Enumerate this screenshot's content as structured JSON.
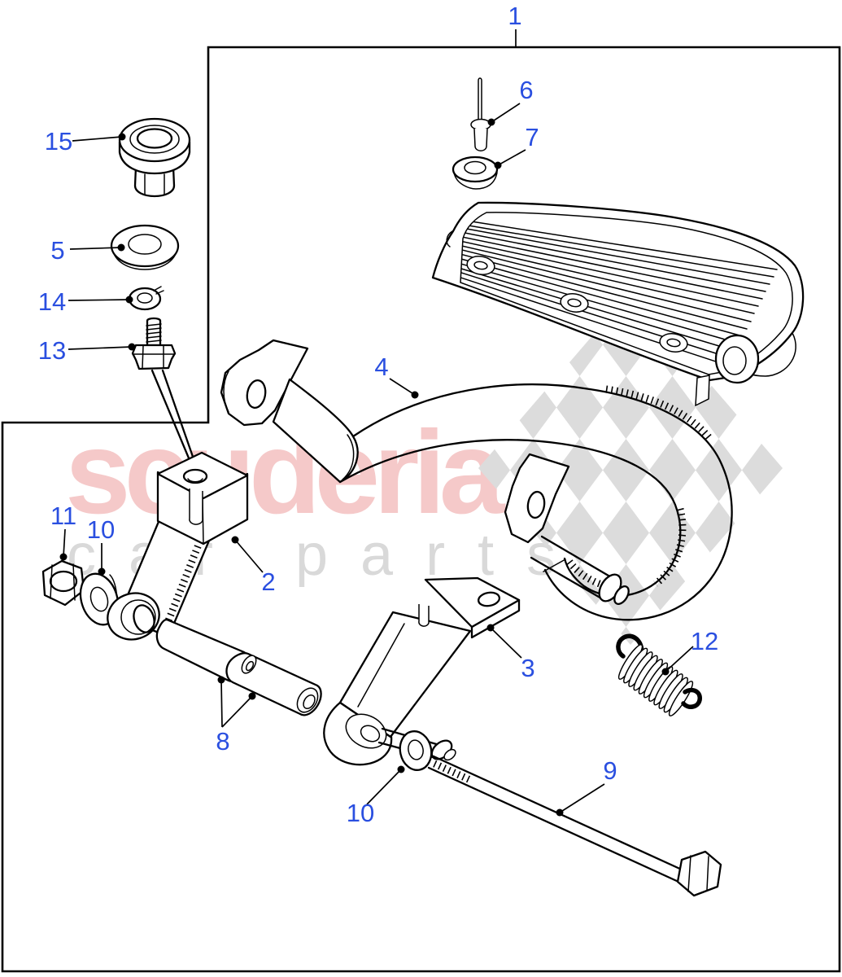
{
  "page": {
    "background_color": "#ffffff",
    "line_color": "#000000"
  },
  "watermark": {
    "title": "scuderia",
    "tagline_first": "car",
    "tagline_second": "parts",
    "title_color": "#f5c9c9",
    "tagline_color": "#d9d9d9",
    "flag_color": "#dcdcdc"
  },
  "diagram": {
    "callout_color": "#2a4fe0",
    "callouts": [
      {
        "label": "1"
      },
      {
        "label": "15"
      },
      {
        "label": "5"
      },
      {
        "label": "14"
      },
      {
        "label": "13"
      },
      {
        "label": "6"
      },
      {
        "label": "7"
      },
      {
        "label": "4"
      },
      {
        "label": "2"
      },
      {
        "label": "11"
      },
      {
        "label": "10"
      },
      {
        "label": "8"
      },
      {
        "label": "3"
      },
      {
        "label": "10"
      },
      {
        "label": "12"
      },
      {
        "label": "9"
      }
    ]
  }
}
